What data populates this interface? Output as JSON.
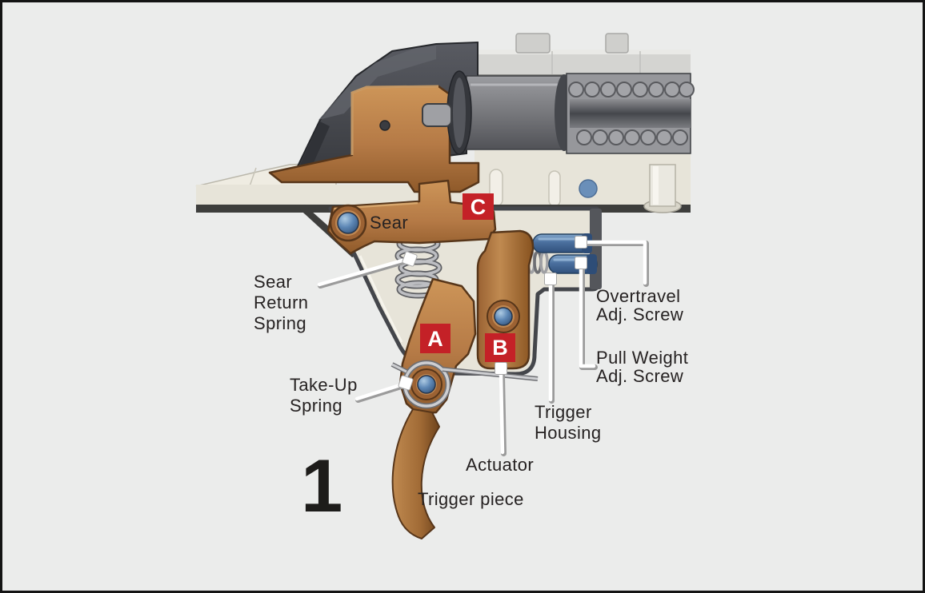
{
  "figure": {
    "number": "1"
  },
  "badges": {
    "a": "A",
    "b": "B",
    "c": "C",
    "badge_color": "#c42127",
    "letter_color": "#ffffff"
  },
  "labels": {
    "sear": "Sear",
    "sear_return_spring": [
      "Sear",
      "Return",
      "Spring"
    ],
    "take_up_spring": [
      "Take-Up",
      "Spring"
    ],
    "overtravel_screw": [
      "Overtravel",
      "Adj. Screw"
    ],
    "pull_weight_screw": [
      "Pull Weight",
      "Adj. Screw"
    ],
    "trigger_housing": [
      "Trigger",
      "Housing"
    ],
    "actuator": "Actuator",
    "trigger_piece": "Trigger piece"
  },
  "colors": {
    "background": "#ebeceb",
    "frame": "#141414",
    "receiver_beige": "#e7e4d9",
    "receiver_highlight": "#efece2",
    "dark_outline": "#3e4044",
    "copper_part": "#b57a46",
    "copper_dark": "#8a5527",
    "bolt_shroud_gray": "#4b4d53",
    "steel_gray": "#7d7e82",
    "spring_silver": "#c7c8cc",
    "pin_blue": "#5d87b5",
    "screw_blue": "#4a6f9e",
    "badge_red": "#c42127",
    "label_text": "#262222",
    "leader_white": "#ffffff"
  }
}
